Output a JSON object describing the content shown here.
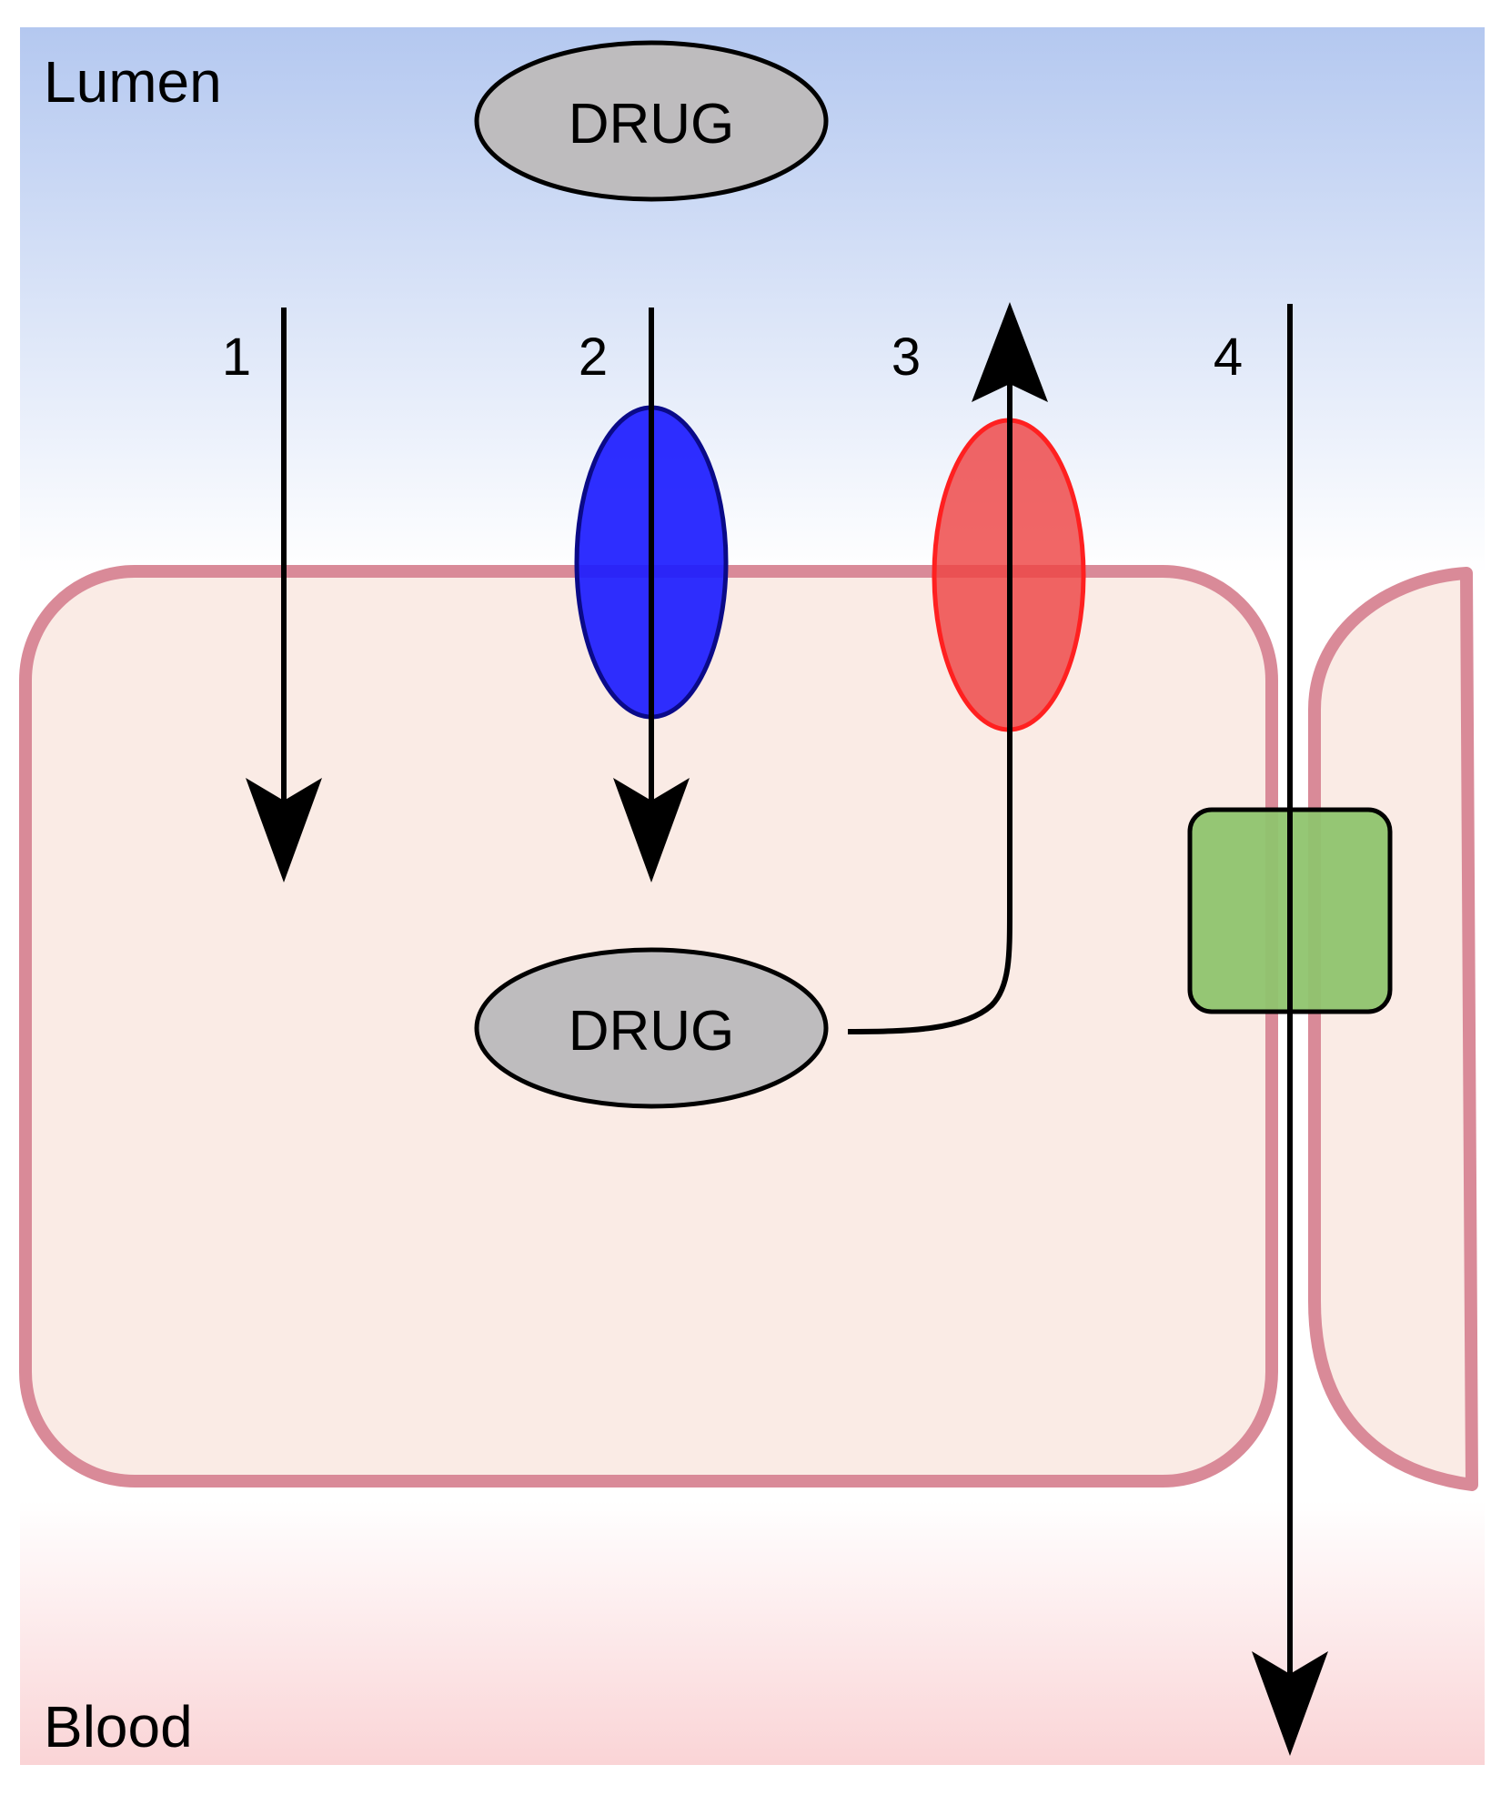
{
  "regions": {
    "top_label": "Lumen",
    "bottom_label": "Blood"
  },
  "drugs": {
    "lumen_drug": "DRUG",
    "cell_drug": "DRUG"
  },
  "pathways": [
    {
      "number": "1"
    },
    {
      "number": "2"
    },
    {
      "number": "3"
    },
    {
      "number": "4"
    }
  ],
  "colors": {
    "lumen_top": "#b4c8f0",
    "blood_bottom": "#fad4d6",
    "cell_fill": "#faebe5",
    "cell_border": "#d98a98",
    "drug_fill": "#bebcbe",
    "uptake_transporter": "#1c1cff",
    "efflux_transporter": "#ee4444",
    "junction_protein": "#8fc46e"
  }
}
